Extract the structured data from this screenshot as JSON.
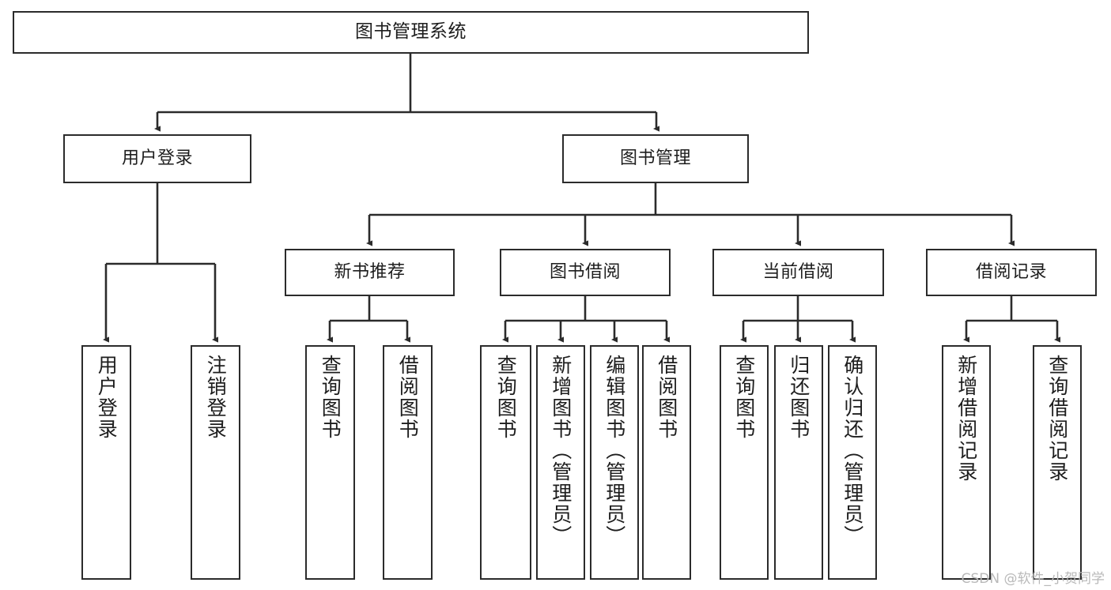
{
  "diagram": {
    "title": "图书管理系统",
    "type": "tree",
    "background": "#ffffff",
    "line_color": "#2b2b2b",
    "box_border_color": "#2b2b2b",
    "text_color": "#1d1d1d",
    "watermark": "CSDN @软件_小贺同学"
  },
  "nodes": {
    "root": {
      "label": "图书管理系统"
    },
    "level1": [
      {
        "label": "用户登录"
      },
      {
        "label": "图书管理"
      }
    ],
    "level2": [
      {
        "label": "新书推荐"
      },
      {
        "label": "图书借阅"
      },
      {
        "label": "当前借阅"
      },
      {
        "label": "借阅记录"
      }
    ],
    "leaves_user_login": [
      {
        "label": "用户登录"
      },
      {
        "label": "注销登录"
      }
    ],
    "leaves_new_book": [
      {
        "label": "查询图书"
      },
      {
        "label": "借阅图书"
      }
    ],
    "leaves_borrow": [
      {
        "label": "查询图书"
      },
      {
        "label": "新增图书（管理员）"
      },
      {
        "label": "编辑图书（管理员）"
      },
      {
        "label": "借阅图书"
      }
    ],
    "leaves_current": [
      {
        "label": "查询图书"
      },
      {
        "label": "归还图书"
      },
      {
        "label": "确认归还（管理员）"
      }
    ],
    "leaves_record": [
      {
        "label": "新增借阅记录"
      },
      {
        "label": "查询借阅记录"
      }
    ]
  }
}
